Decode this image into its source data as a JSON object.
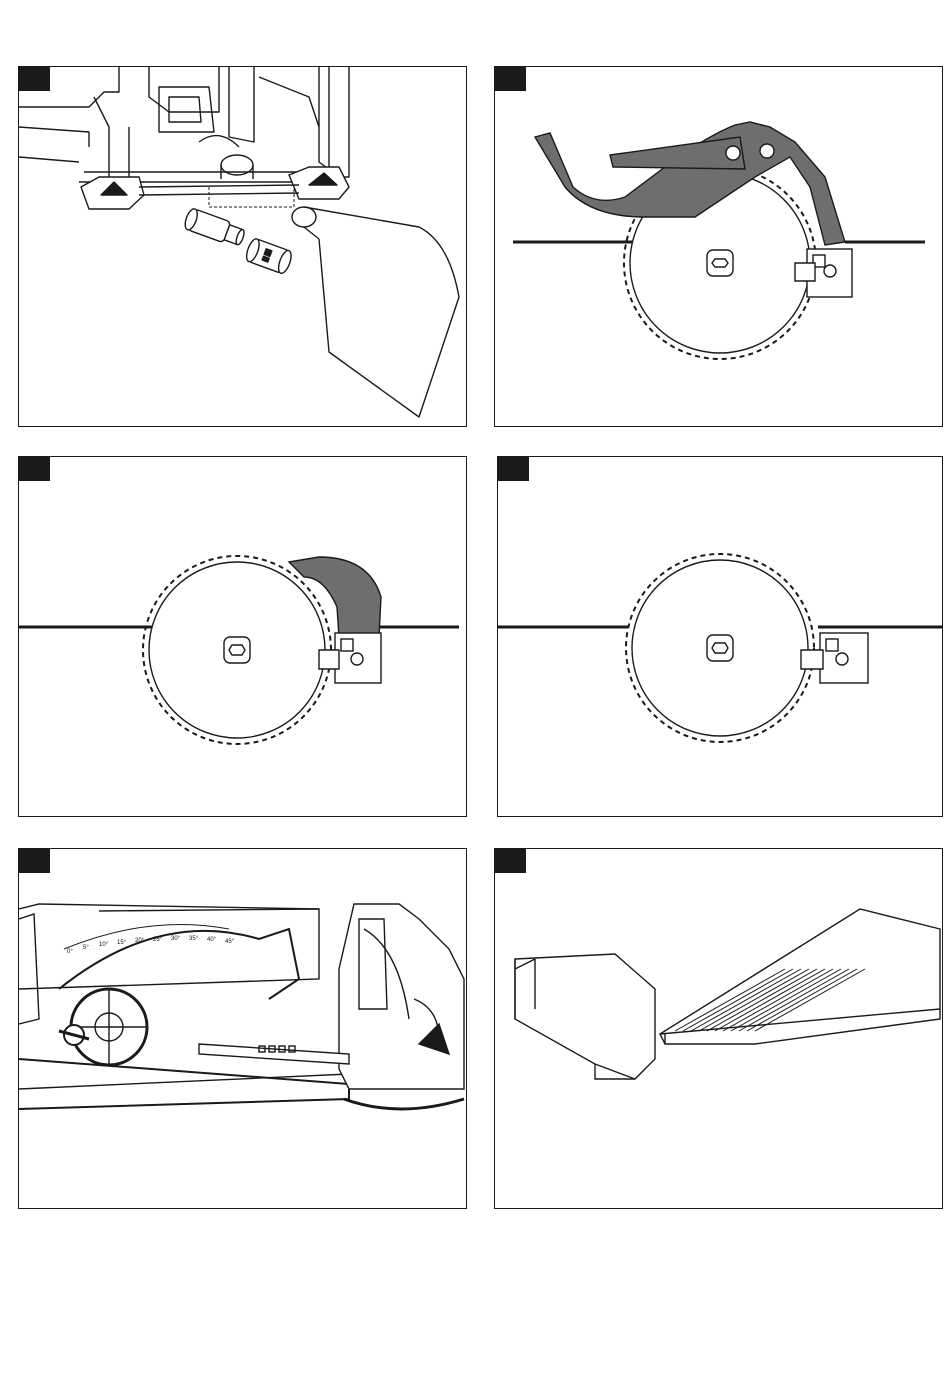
{
  "page": {
    "background": "#ffffff",
    "line_color": "#1a1a1a",
    "guard_color": "#6e6e6e"
  },
  "panels": [
    {
      "id": "dust-port-hose-attachment",
      "icon": "dust-port-hose-icon"
    },
    {
      "id": "blade-guard-assembly",
      "icon": "blade-guard-icon"
    },
    {
      "id": "riving-knife-on-blade",
      "icon": "riving-knife-icon"
    },
    {
      "id": "spreader-clamp-lowered",
      "icon": "spreader-clamp-icon"
    },
    {
      "id": "bevel-scale-adjustment",
      "icon": "bevel-scale-icon",
      "bevel_scale_labels": [
        "0°",
        "5°",
        "10°",
        "15°",
        "20°",
        "25°",
        "30°",
        "35°",
        "40°",
        "45°"
      ]
    },
    {
      "id": "push-stick-and-featherboard",
      "icon": "push-stick-icon"
    }
  ]
}
